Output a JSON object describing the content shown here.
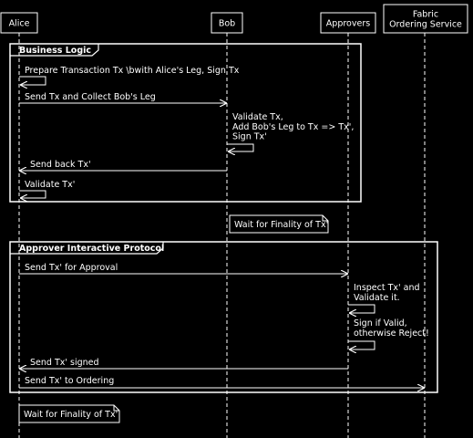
{
  "colors": {
    "background": "#000000",
    "line": "#ffffff",
    "text": "#ffffff"
  },
  "participants": [
    {
      "id": "alice",
      "label": [
        "Alice"
      ]
    },
    {
      "id": "bob",
      "label": [
        "Bob"
      ]
    },
    {
      "id": "approvers",
      "label": [
        "Approvers"
      ]
    },
    {
      "id": "fabric",
      "label": [
        "Fabric",
        "Ordering Service"
      ]
    }
  ],
  "groups": [
    {
      "title": "Business Logic"
    },
    {
      "title": "Approver Interactive Protocol"
    }
  ],
  "messages": [
    {
      "from": "alice",
      "to": "alice",
      "lines": [
        "Prepare Transaction Tx \\bwith Alice's Leg, Sign Tx"
      ]
    },
    {
      "from": "alice",
      "to": "bob",
      "lines": [
        "Send Tx and Collect Bob's Leg"
      ]
    },
    {
      "from": "bob",
      "to": "bob",
      "lines": [
        "Validate Tx,",
        "Add Bob's Leg to Tx => Tx',",
        "Sign Tx'"
      ]
    },
    {
      "from": "bob",
      "to": "alice",
      "lines": [
        "Send back Tx'"
      ]
    },
    {
      "from": "alice",
      "to": "alice",
      "lines": [
        "Validate Tx'"
      ]
    },
    {
      "from": "alice",
      "to": "approvers",
      "lines": [
        "Send Tx' for Approval"
      ]
    },
    {
      "from": "approvers",
      "to": "approvers",
      "lines": [
        "Inspect Tx' and",
        "Validate it."
      ]
    },
    {
      "from": "approvers",
      "to": "approvers",
      "lines": [
        "Sign if Valid,",
        "otherwise Reject!"
      ]
    },
    {
      "from": "approvers",
      "to": "alice",
      "lines": [
        "Send Tx' signed"
      ]
    },
    {
      "from": "alice",
      "to": "fabric",
      "lines": [
        "Send Tx' to Ordering"
      ]
    }
  ],
  "notes": [
    {
      "participant": "bob",
      "text": "Wait for Finality of Tx'"
    },
    {
      "participant": "alice",
      "text": "Wait for Finality of Tx'"
    }
  ]
}
